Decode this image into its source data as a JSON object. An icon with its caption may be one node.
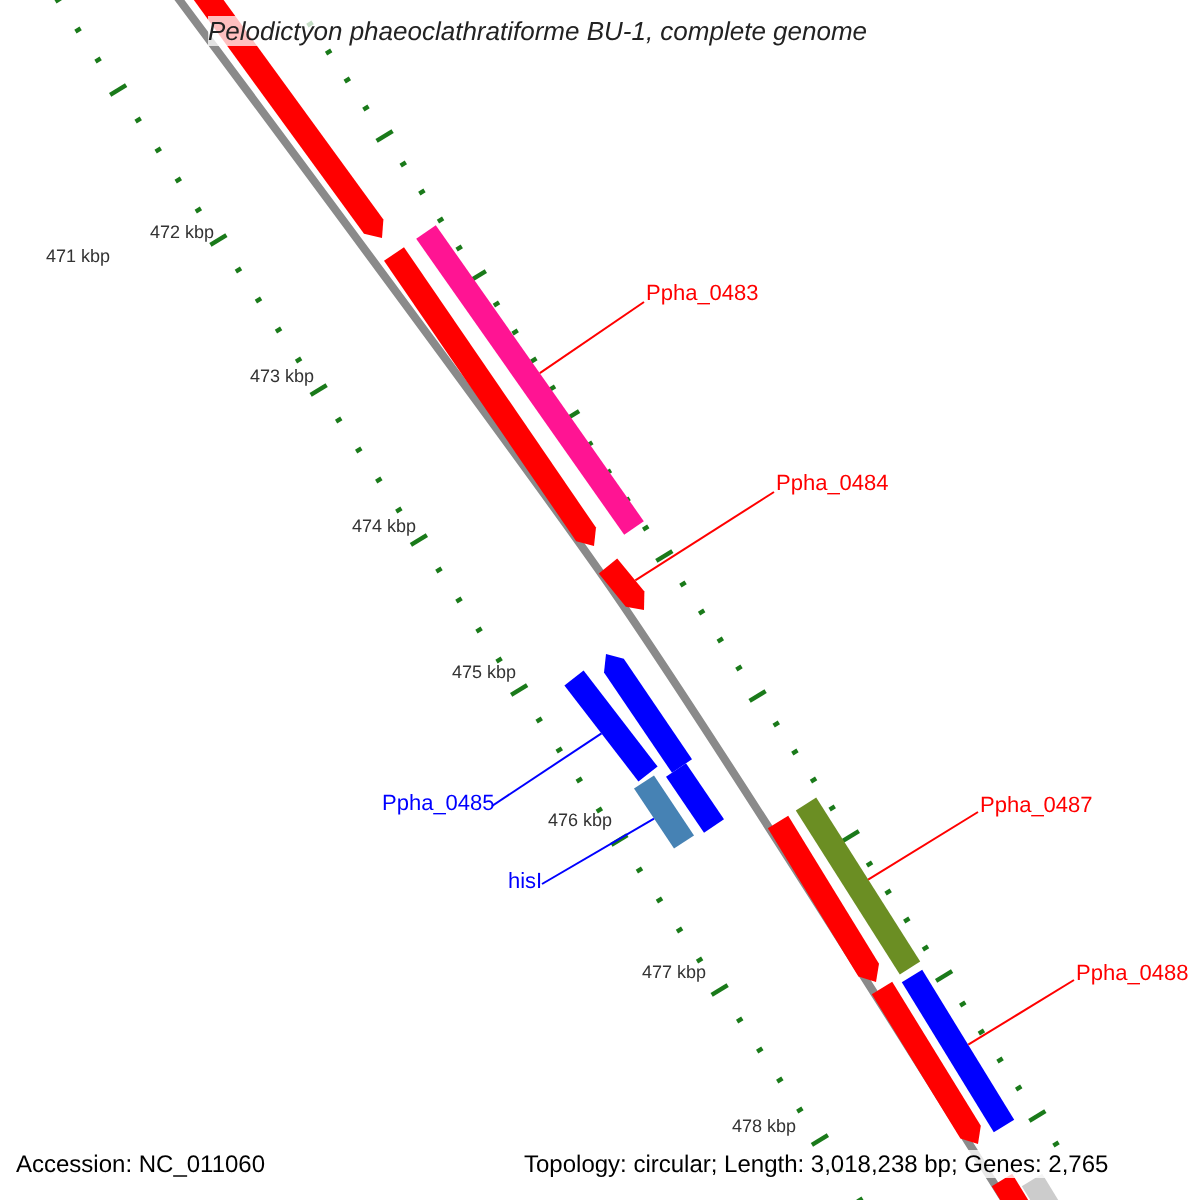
{
  "diagram": {
    "title": "Pelodictyon phaeoclathratiforme BU-1, complete genome",
    "nodes": [
      {
        "text": [
          "Ppha_0483"
        ]
      },
      {
        "text": [],
        "shape": "bar"
      },
      {
        "text": [
          "Ppha_0484"
        ]
      },
      {
        "text": [],
        "shape": "bar"
      },
      {
        "text": [
          "Ppha_0485"
        ]
      },
      {
        "text": [],
        "shape": "bar"
      },
      {
        "text": [
          "hisI"
        ]
      },
      {
        "text": [],
        "shape": "bar"
      },
      {
        "text": [
          "Ppha_0487"
        ]
      },
      {
        "text": [],
        "shape": "bar"
      },
      {
        "text": [
          "Ppha_0488"
        ]
      },
      {
        "text": [],
        "shape": "bar"
      },
      {
        "text": [],
        "shape": "bar"
      },
      {
        "text": [],
        "shape": "bar"
      },
      {
        "text": [],
        "shape": "bar"
      },
      {
        "text": [],
        "shape": "bar"
      },
      {
        "text": [],
        "shape": "bar"
      },
      {
        "text": [],
        "shape": "bar"
      },
      {
        "text": [],
        "shape": "bar"
      },
      {
        "text": [],
        "shape": "bar"
      }
    ],
    "edges": [
      {
        "from": 0,
        "to": 1,
        "arrow": "none"
      },
      {
        "from": 2,
        "to": 3,
        "arrow": "none"
      },
      {
        "from": 4,
        "to": 5,
        "arrow": "none",
        "color": "#0000ff"
      },
      {
        "from": 6,
        "to": 7,
        "arrow": "none",
        "color": "#0000ff"
      },
      {
        "from": 8,
        "to": 9,
        "arrow": "none"
      },
      {
        "from": 10,
        "to": 11,
        "arrow": "none"
      }
    ],
    "labels": [
      "471 kbp",
      "472 kbp",
      "473 kbp",
      "474 kbp",
      "475 kbp",
      "476 kbp",
      "477 kbp",
      "478 kbp",
      "Accession: NC_011060",
      "Topology: circular; Length: 3,018,238 bp; Genes: 2,765"
    ]
  }
}
